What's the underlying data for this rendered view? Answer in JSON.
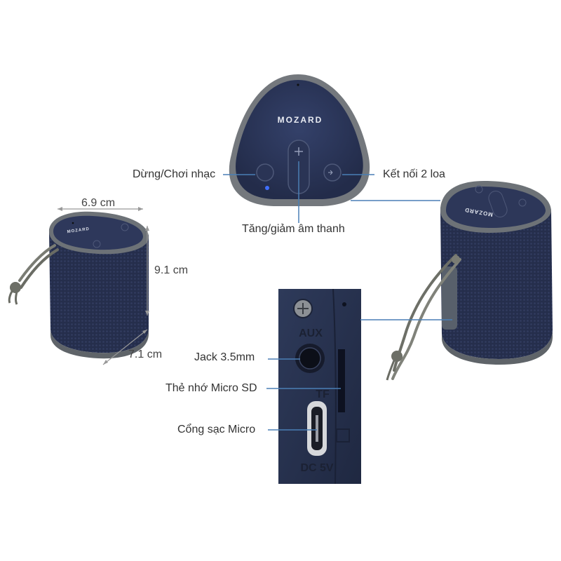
{
  "brand": "MOZARD",
  "callouts": {
    "play_pause": "Dừng/Chơi nhạc",
    "link_two": "Kết nối 2 loa",
    "volume": "Tăng/giảm âm thanh",
    "jack": "Jack 3.5mm",
    "sd_card": "Thẻ nhớ Micro SD",
    "charge_port": "Cổng sạc Micro"
  },
  "dimensions": {
    "width": "6.9 cm",
    "height": "9.1 cm",
    "depth": "7.1 cm"
  },
  "port_panel": {
    "aux": "AUX",
    "tf": "TF",
    "dc": "DC 5V"
  },
  "colors": {
    "body": "#2b3656",
    "rim": "#6f7479",
    "mesh": "#262f4e",
    "callout_line": "#4a7fb5",
    "dimension_line": "#999999",
    "led": "#3f6fff"
  }
}
